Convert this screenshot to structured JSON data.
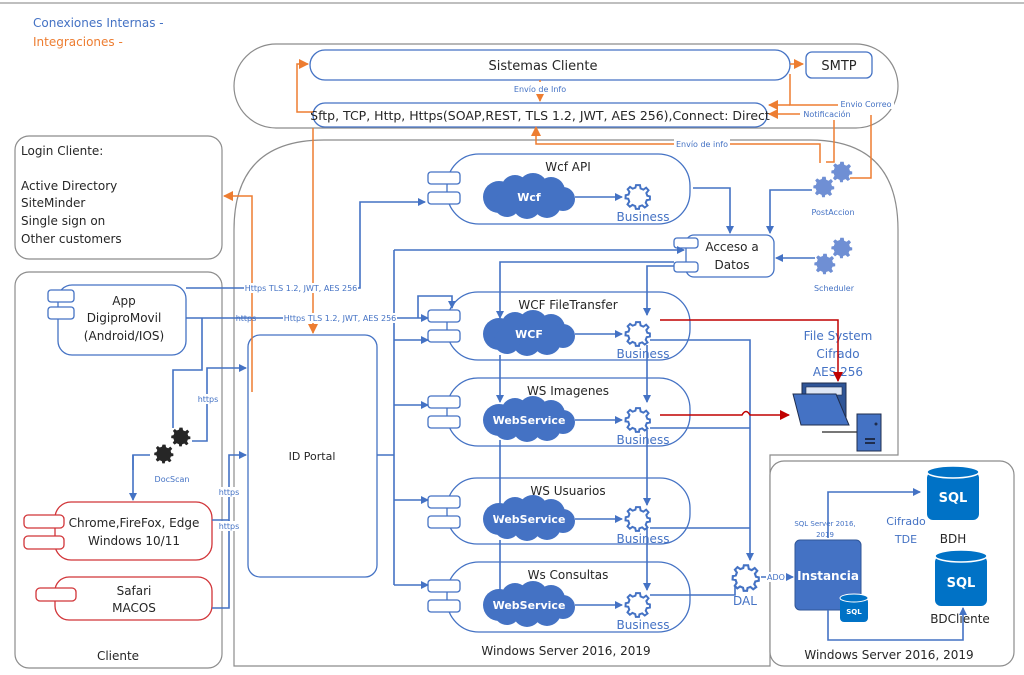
{
  "legend": {
    "internal": "Conexiones Internas -",
    "integrations": "Integraciones -",
    "colors": {
      "internal": "#4472c4",
      "integrations": "#ed7d31",
      "filesystem": "#c00000",
      "browser_border": "#d13438"
    }
  },
  "external": {
    "sistemas_cliente": "Sistemas Cliente",
    "smtp": "SMTP",
    "protocols": "Sftp, TCP, Http, Https(SOAP,REST, TLS 1.2, JWT, AES 256),Connect: Direct",
    "envio_info_top": "Envío de Info",
    "envio_correo": "Envio Correo",
    "notificacion": "Notificación",
    "envio_info_bottom": "Envío de info"
  },
  "login": {
    "title": "Login Cliente:",
    "items": [
      "Active Directory",
      "SiteMinder",
      "Single sign on",
      "Other customers"
    ]
  },
  "cliente": {
    "label": "Cliente",
    "app": [
      "App",
      "DigiproMovil",
      "(Android/IOS)"
    ],
    "docscan": "DocScan",
    "chrome": [
      "Chrome,FireFox, Edge",
      "Windows 10/11"
    ],
    "safari": [
      "Safari",
      "MACOS"
    ]
  },
  "connections": {
    "https_tls_1": "Https TLS 1.2, JWT, AES 256",
    "https_tls_2": "Https TLS 1.2, JWT, AES 256",
    "https": "https",
    "ado": "ADO"
  },
  "server": {
    "label": "Windows Server 2016, 2019",
    "id_portal": "ID Portal",
    "services": [
      {
        "title": "Wcf API",
        "cloud": "Wcf",
        "business": "Business"
      },
      {
        "title": "WCF FileTransfer",
        "cloud": "WCF",
        "business": "Business"
      },
      {
        "title": "WS Imagenes",
        "cloud": "WebService",
        "business": "Business"
      },
      {
        "title": "WS Usuarios",
        "cloud": "WebService",
        "business": "Business"
      },
      {
        "title": "Ws Consultas",
        "cloud": "WebService",
        "business": "Business"
      }
    ],
    "acceso_datos": [
      "Acceso a",
      "Datos"
    ],
    "postaccion": "PostAccion",
    "scheduler": "Scheduler",
    "dal": "DAL",
    "filesystem": [
      "File System",
      "Cifrado",
      "AES 256"
    ]
  },
  "db_server": {
    "label": "Windows Server 2016, 2019",
    "sql_version": [
      "SQL Server 2016,",
      "2019"
    ],
    "instancia": "Instancia",
    "cifrado": [
      "Cifrado",
      "TDE"
    ],
    "sql_badge": "SQL",
    "bdh": "BDH",
    "bdcliente": "BDCliente"
  }
}
